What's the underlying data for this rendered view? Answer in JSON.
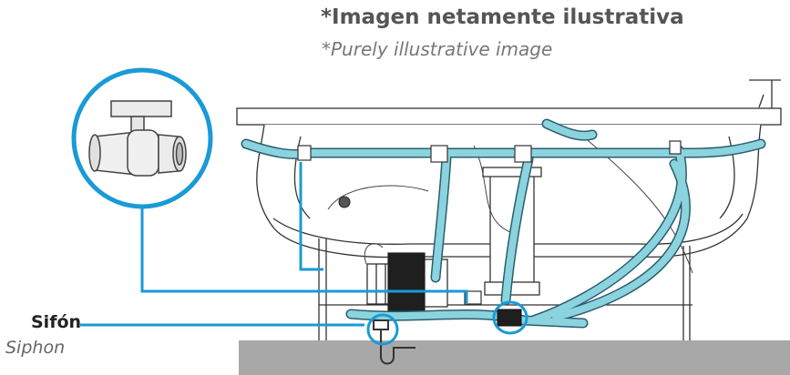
{
  "caption": {
    "title": "*Imagen netamente ilustrativa",
    "subtitle": "*Purely illustrative image"
  },
  "siphon_label": {
    "es": "Sifón",
    "en": "Siphon"
  },
  "colors": {
    "accent": "#1a9ad6",
    "hose": "#8ad3df",
    "floor": "#a8a8a8",
    "line_art": "#333333"
  },
  "icons": [
    "valve-icon",
    "siphon-icon"
  ]
}
